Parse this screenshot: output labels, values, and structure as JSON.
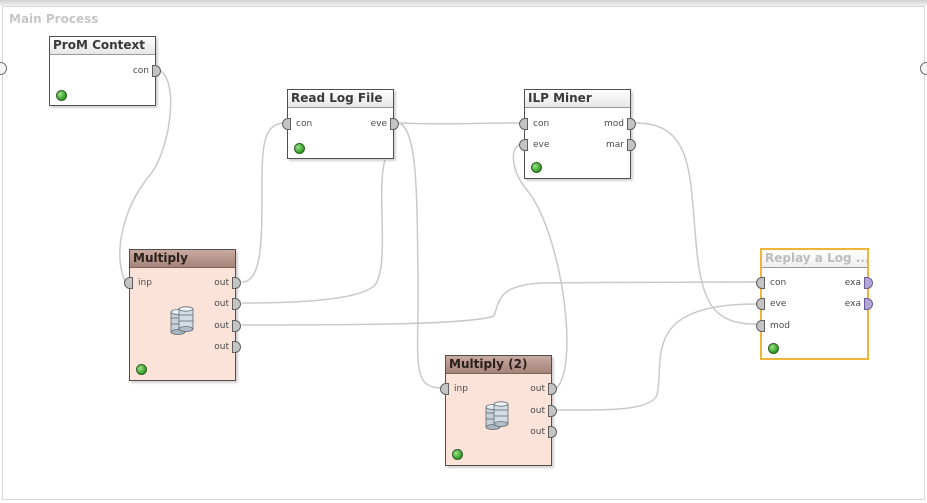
{
  "process": {
    "title": "Main Process"
  },
  "colors": {
    "wire": "#c9c9c9",
    "multiply_fill": "#fbe3da",
    "selected_border": "#f0b43a",
    "status_green": "#3aa52a"
  },
  "operators": {
    "prom_context": {
      "title": "ProM Context",
      "outputs": [
        "con"
      ]
    },
    "read_log_file": {
      "title": "Read Log File",
      "inputs": [
        "con"
      ],
      "outputs": [
        "eve"
      ]
    },
    "ilp_miner": {
      "title": "ILP Miner",
      "inputs": [
        "con",
        "eve"
      ],
      "outputs": [
        "mod",
        "mar"
      ]
    },
    "multiply": {
      "title": "Multiply",
      "inputs": [
        "inp"
      ],
      "outputs": [
        "out",
        "out",
        "out",
        "out"
      ],
      "icon": "database-stack-icon"
    },
    "multiply2": {
      "title": "Multiply (2)",
      "inputs": [
        "inp"
      ],
      "outputs": [
        "out",
        "out",
        "out"
      ],
      "icon": "database-stack-icon"
    },
    "replay": {
      "title": "Replay a Log ...",
      "inputs": [
        "con",
        "eve",
        "mod"
      ],
      "outputs": [
        "exa",
        "exa"
      ]
    }
  }
}
